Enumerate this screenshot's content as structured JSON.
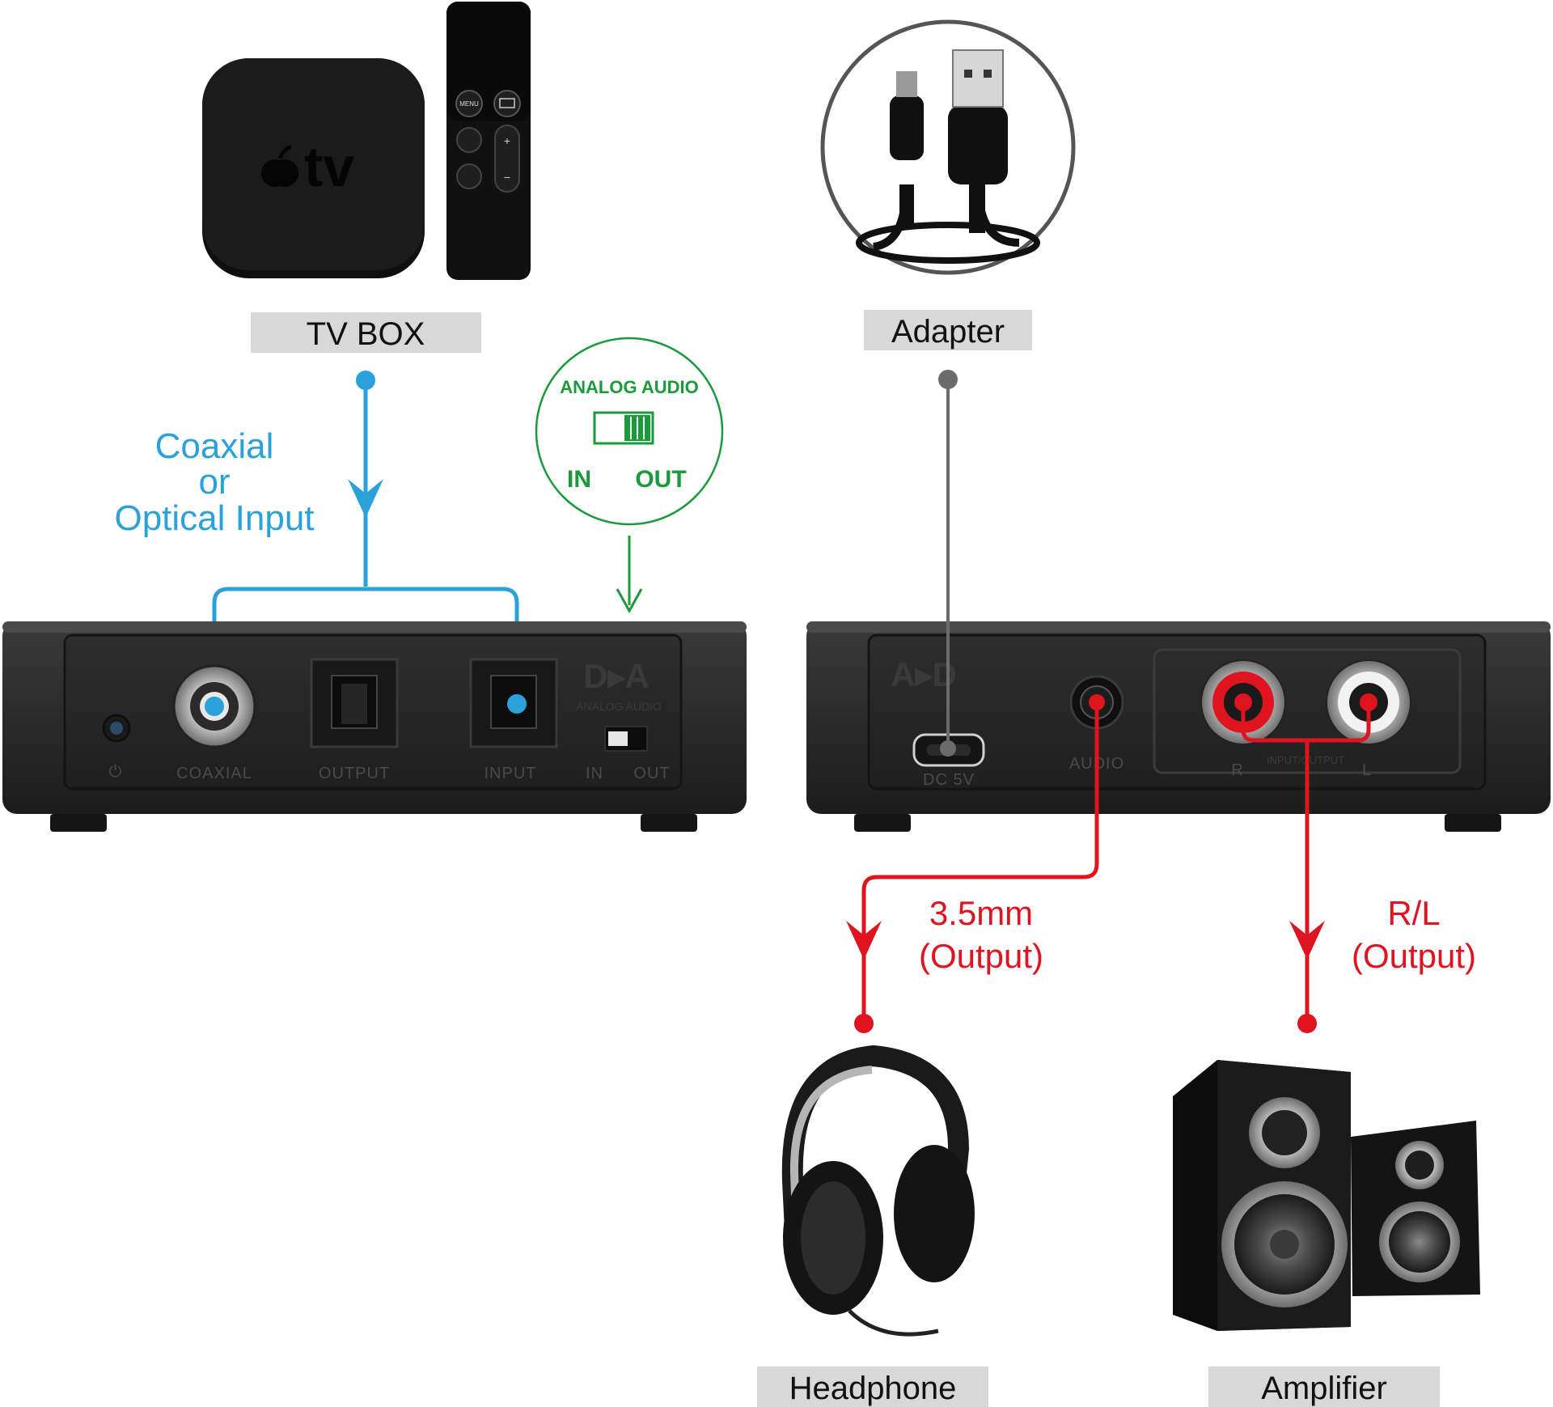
{
  "devices": {
    "tv_box": {
      "label": "TV BOX",
      "logo_text": "tv"
    },
    "remote": {
      "menu_label": "MENU"
    },
    "adapter": {
      "label": "Adapter"
    },
    "headphone": {
      "label": "Headphone"
    },
    "amplifier": {
      "label": "Amplifier"
    }
  },
  "annotations": {
    "input_line1": "Coaxial",
    "input_line2": "or",
    "input_line3": "Optical Input",
    "out_35_line1": "3.5mm",
    "out_35_line2": "(Output)",
    "out_rl_line1": "R/L",
    "out_rl_line2": "(Output)"
  },
  "switch_callout": {
    "title": "ANALOG AUDIO",
    "in_label": "IN",
    "out_label": "OUT"
  },
  "left_panel": {
    "badge": "D▸A",
    "sub_badge": "ANALOG AUDIO",
    "power_symbol": "⏻",
    "ports": [
      "COAXIAL",
      "OUTPUT",
      "INPUT"
    ],
    "switch_in": "IN",
    "switch_out": "OUT"
  },
  "right_panel": {
    "badge": "A▸D",
    "dc_label": "DC 5V",
    "audio_label": "AUDIO",
    "rca_r": "R",
    "rca_l": "L",
    "rca_group": "INPUT/OUTPUT"
  },
  "colors": {
    "input_line": "#2aa1d9",
    "output_line": "#e0141e",
    "switch_callout": "#1a9a3a",
    "power_line": "#6b6b6b",
    "device_body": "#2a2a2a"
  }
}
